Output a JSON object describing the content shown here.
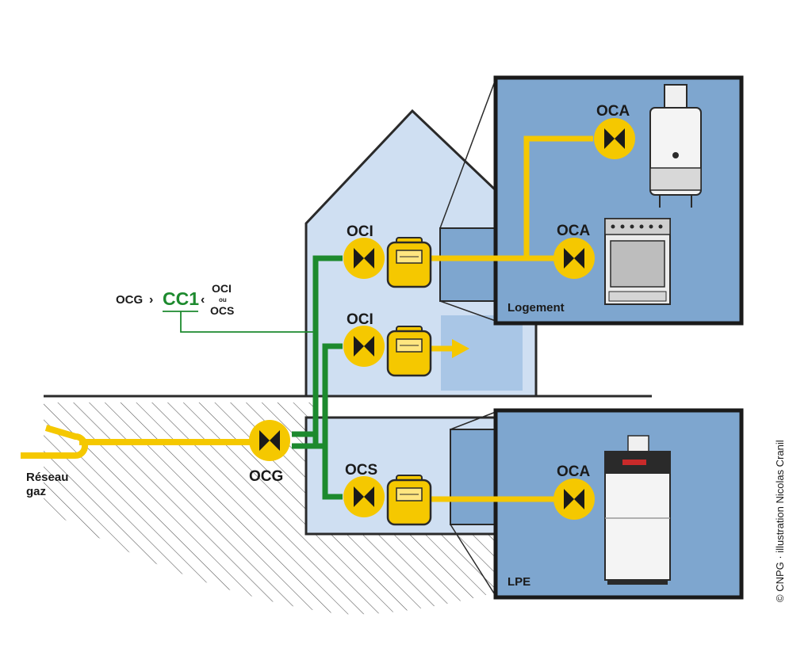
{
  "labels": {
    "reseau_line1": "Réseau",
    "reseau_line2": "gaz",
    "ocg": "OCG",
    "oci_top": "OCI",
    "oci_middle": "OCI",
    "ocs": "OCS",
    "oca_boiler": "OCA",
    "oca_stove": "OCA",
    "oca_lpe": "OCA",
    "logement": "Logement",
    "lpe": "LPE"
  },
  "formula": {
    "left": "OCG",
    "sep1": "›",
    "center": "CC1",
    "sep2": "‹",
    "top": "OCI",
    "middle": "ou",
    "bottom": "OCS"
  },
  "credit": "© CNPG · illustration Nicolas Cranil",
  "colors": {
    "gas_line": "#f5c800",
    "green_line": "#1d8a2e",
    "house_fill": "#cfdff2",
    "panel_fill": "#7ea6cf",
    "outline": "#2a2a2a"
  },
  "icons": [
    "valve-icon",
    "gas-meter-icon",
    "boiler-icon",
    "stove-icon",
    "floor-boiler-icon",
    "arrow-icon"
  ]
}
